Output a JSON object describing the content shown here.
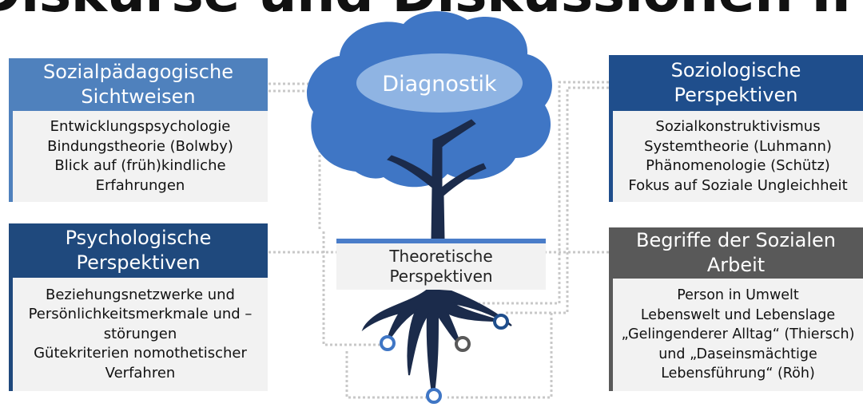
{
  "slide": {
    "title": "Diskurse und Diskussionen II"
  },
  "center": {
    "crown_label": "Diagnostik",
    "trunk_label_lines": [
      "Theoretische",
      "Perspektiven"
    ]
  },
  "boxes": {
    "sozialpaed": {
      "heading_lines": [
        "Sozialpädagogische",
        "Sichtweisen"
      ],
      "items": [
        "Entwicklungspsychologie",
        "Bindungstheorie (Bolwby)",
        "Blick auf (früh)kindliche",
        "Erfahrungen"
      ],
      "color": "#4f81bd"
    },
    "psycho": {
      "heading_lines": [
        "Psychologische",
        "Perspektiven"
      ],
      "items": [
        "Beziehungsnetzwerke und",
        "Persönlichkeitsmerkmale und –",
        "störungen",
        "Gütekriterien nomothetischer",
        "Verfahren"
      ],
      "color": "#1f497d"
    },
    "sozio": {
      "heading_lines": [
        "Soziologische",
        "Perspektiven"
      ],
      "items": [
        "Sozialkonstruktivismus",
        "Systemtheorie (Luhmann)",
        "Phänomenologie (Schütz)",
        "Fokus auf Soziale Ungleichheit"
      ],
      "color": "#1f4e8c"
    },
    "begriffe": {
      "heading_lines": [
        "Begriffe der Sozialen",
        "Arbeit"
      ],
      "items": [
        "Person in Umwelt",
        "Lebenswelt und Lebenslage",
        "„Gelingenderer Alltag“ (Thiersch)",
        "und „Daseinsmächtige",
        "Lebensführung“ (Röh)"
      ],
      "color": "#595959"
    }
  },
  "colors": {
    "crown_dark": "#3f76c5",
    "crown_light": "#8fb4e3",
    "trunk": "#1b2b4b",
    "theory_bar": "#4a7dc9",
    "connector": "#c8c8c8"
  },
  "icons": [
    "tree-crown-icon",
    "tree-trunk-icon",
    "root-node-icon"
  ]
}
